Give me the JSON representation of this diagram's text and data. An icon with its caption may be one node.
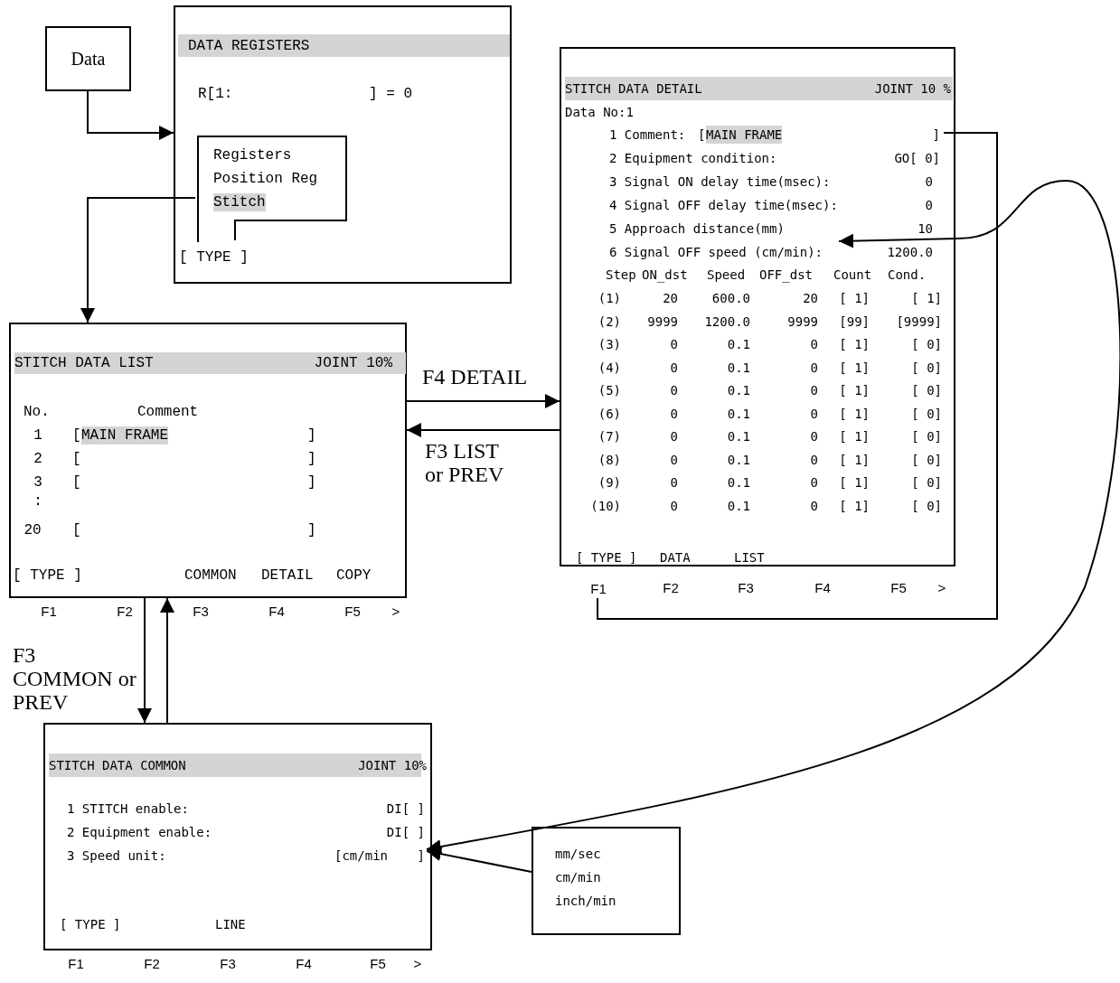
{
  "diagram": {
    "nodes": [
      {
        "text": [
          "Data"
        ]
      },
      {
        "text": [
          "DATA REGISTERS",
          "R[1:",
          "] = 0",
          "[ TYPE ]"
        ]
      },
      {
        "text": [
          "Registers",
          "Position Reg",
          "Stitch"
        ],
        "in": 1
      },
      {
        "text": [
          "STITCH DATA LIST",
          "JOINT 10%",
          "No.",
          "Comment",
          "1",
          "[",
          "MAIN FRAME",
          "]",
          "2",
          "[",
          "]",
          "3",
          "[",
          "]",
          ":",
          "20",
          "[",
          "]",
          "[ TYPE ]",
          "COMMON",
          "DETAIL",
          "COPY"
        ],
        "beside": [
          "F1",
          "F2",
          "F3",
          "F4",
          "F5",
          ">"
        ]
      },
      {
        "text": [
          "STITCH DATA DETAIL",
          "JOINT 10 %",
          "Data No:1",
          "2 Equipment condition:",
          "GO[ 0]",
          "3 Signal ON delay time(msec):",
          "0",
          "4 Signal OFF delay time(msec):",
          "0",
          "5 Approach distance(mm)",
          "10",
          "1200.0",
          "Step",
          "ON_dst",
          "Speed",
          "OFF_dst",
          "Count",
          "Cond.",
          "(1)",
          "20",
          "600.0",
          "20",
          "[ 1]",
          "[ 1]",
          "(2)",
          "9999",
          "1200.0",
          "9999",
          "[99]",
          "[9999]",
          "(3)",
          "0",
          "0.1",
          "0",
          "[ 1]",
          "[ 0]",
          "(4)",
          "0",
          "0.1",
          "0",
          "[ 1]",
          "[ 0]",
          "(5)",
          "0",
          "0.1",
          "0",
          "[ 1]",
          "[ 0]",
          "(6)",
          "0",
          "0.1",
          "0",
          "[ 1]",
          "[ 0]",
          "(7)",
          "0",
          "0.1",
          "0",
          "[ 1]",
          "[ 0]",
          "(8)",
          "0",
          "0.1",
          "0",
          "[ 1]",
          "[ 0]",
          "(9)",
          "0",
          "0.1",
          "0",
          "[ 1]",
          "[ 0]",
          "(10)",
          "0",
          "0.1",
          "0",
          "[ 1]",
          "[ 0]",
          "[ TYPE ]",
          "DATA",
          "LIST"
        ],
        "beside": [
          "F2",
          "F3",
          "F4",
          "F5",
          ">"
        ]
      },
      {
        "text": [
          "1 Comment:",
          "[",
          "MAIN FRAME",
          "]"
        ],
        "in": 4
      },
      {
        "text": [
          "6 Signal OFF speed (cm/min):"
        ],
        "in": 4
      },
      {
        "text": [
          "F1"
        ]
      },
      {
        "text": [
          "STITCH DATA COMMON",
          "JOINT 10%",
          "1 STITCH enable:",
          "DI[ ]",
          "2 Equipment enable:",
          "DI[ ]",
          "3 Speed unit:",
          "[ TYPE ]",
          "LINE"
        ],
        "beside": [
          "F1",
          "F2",
          "F3",
          "F4",
          "F5",
          ">"
        ]
      },
      {
        "text": [
          "[cm/min",
          "]"
        ],
        "in": 8
      },
      {
        "text": [
          "mm/sec",
          "cm/min",
          "inch/min"
        ]
      }
    ],
    "edges": [
      {
        "from": 0,
        "to": 1,
        "arrow": "to"
      },
      {
        "from": 2,
        "to": 3,
        "arrow": "to"
      },
      {
        "from": 3,
        "to": 4,
        "arrow": "to",
        "label": "F4 DETAIL"
      },
      {
        "from": 4,
        "to": 3,
        "arrow": "to",
        "label": "F3 LIST or PREV"
      },
      {
        "from": 3,
        "to": 8,
        "arrow": "to",
        "label": "F3 COMMON or PREV"
      },
      {
        "from": 8,
        "to": 3,
        "arrow": "to"
      },
      {
        "from": 5,
        "to": 7,
        "arrow": "none"
      },
      {
        "from": 9,
        "to": 6,
        "arrow": "both"
      },
      {
        "from": 10,
        "to": 9,
        "arrow": "to"
      }
    ]
  }
}
